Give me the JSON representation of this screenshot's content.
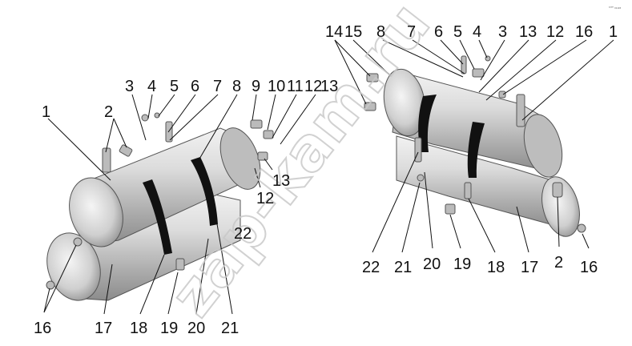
{
  "figure": {
    "watermark": "zap-kam.ru",
    "corner_mark": "ᴬᴳᴹ ₀₁₁₀₃"
  },
  "callouts": {
    "left_assembly": [
      "1",
      "2",
      "3",
      "4",
      "5",
      "6",
      "7",
      "8",
      "9",
      "10",
      "11",
      "12",
      "13",
      "13",
      "12",
      "22",
      "16",
      "17",
      "18",
      "19",
      "20",
      "21"
    ],
    "right_assembly": [
      "14",
      "15",
      "8",
      "7",
      "6",
      "5",
      "4",
      "3",
      "13",
      "12",
      "16",
      "1",
      "22",
      "21",
      "20",
      "19",
      "18",
      "17",
      "2",
      "16"
    ]
  },
  "colors": {
    "tank_body": "#d4d4d4",
    "tank_shadow": "#9a9a9a",
    "strap": "#111111",
    "leader": "#111111"
  }
}
